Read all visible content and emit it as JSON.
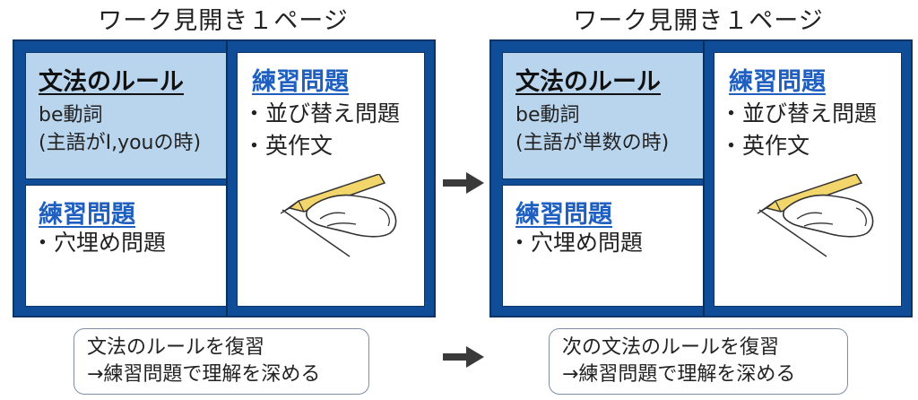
{
  "spreads": [
    {
      "title": "ワーク見開き１ページ",
      "rule_panel": {
        "heading": "文法のルール",
        "lines": [
          "be動詞",
          "(主語がI,youの時)"
        ]
      },
      "lower_practice": {
        "heading": "練習問題",
        "items": [
          "・穴埋め問題"
        ]
      },
      "right_practice": {
        "heading": "練習問題",
        "items": [
          "・並び替え問題",
          "・英作文"
        ],
        "illustration": "hand-writing-pencil-icon"
      }
    },
    {
      "title": "ワーク見開き１ページ",
      "rule_panel": {
        "heading": "文法のルール",
        "lines": [
          "be動詞",
          "(主語が単数の時)"
        ]
      },
      "lower_practice": {
        "heading": "練習問題",
        "items": [
          "・穴埋め問題"
        ]
      },
      "right_practice": {
        "heading": "練習問題",
        "items": [
          "・並び替え問題",
          "・英作文"
        ],
        "illustration": "hand-writing-pencil-icon"
      }
    }
  ],
  "notes": [
    {
      "lines": [
        "文法のルールを復習",
        "→練習問題で理解を深める"
      ]
    },
    {
      "lines": [
        "次の文法のルールを復習",
        "→練習問題で理解を深める"
      ]
    }
  ],
  "colors": {
    "spread_blue": "#0f4d98",
    "rule_panel_fill": "#b9d5ee",
    "practice_heading": "#1f5fbf",
    "arrow": "#3a3a3a"
  },
  "arrow_icon": "right-arrow-icon"
}
